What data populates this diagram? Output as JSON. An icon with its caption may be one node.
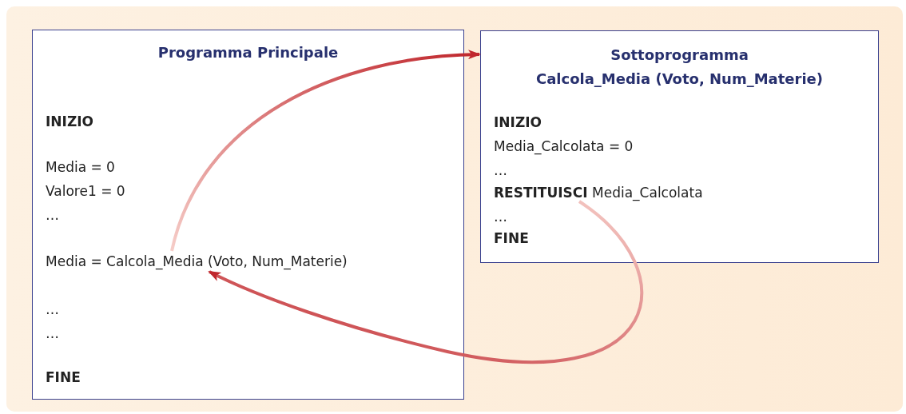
{
  "diagram": {
    "nodes": [
      {
        "text": [
          "Programma Principale"
        ]
      },
      {
        "text": [
          "Media = Calcola_Media (Voto, Num_Materie)"
        ],
        "in": 0
      },
      {
        "text": [
          "Sottoprogramma Calcola_Media (Voto, Num_Materie)"
        ]
      },
      {
        "text": [
          "**RESTITUISCI** Media_Calcolata"
        ],
        "in": 2
      }
    ],
    "edges": [
      {
        "from": 1,
        "to": 2,
        "arrow": "to"
      },
      {
        "from": 3,
        "to": 1,
        "arrow": "to"
      }
    ],
    "labels": [
      "INIZIO",
      "Media = 0",
      "Valore1 = 0",
      "…",
      "…",
      "…",
      "FINE",
      "INIZIO",
      "Media_Calcolata = 0",
      "…",
      "…",
      "FINE"
    ]
  }
}
